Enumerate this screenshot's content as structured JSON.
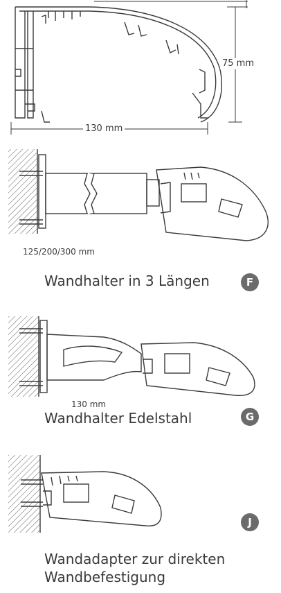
{
  "profile": {
    "height_label": "75 mm",
    "width_label": "130 mm"
  },
  "variants": [
    {
      "dimension": "125/200/300 mm",
      "caption": "Wandhalter in 3 Längen",
      "badge": "F"
    },
    {
      "dimension": "130 mm",
      "caption": "Wandhalter Edelstahl",
      "badge": "G"
    },
    {
      "caption_line1": "Wandadapter zur direkten",
      "caption_line2": "Wandbefestigung",
      "badge": "J"
    }
  ],
  "colors": {
    "line": "#3a3a3a",
    "badge": "#6b6b6b"
  }
}
